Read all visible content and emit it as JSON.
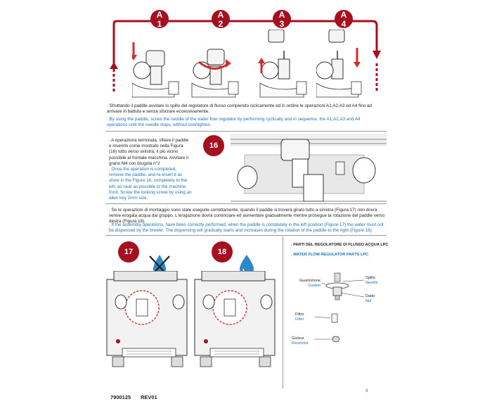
{
  "steps": [
    {
      "letter": "A",
      "num": "1"
    },
    {
      "letter": "A",
      "num": "2"
    },
    {
      "letter": "A",
      "num": "3"
    },
    {
      "letter": "A",
      "num": "4"
    }
  ],
  "section1": {
    "it": ". Sfruttando il paddle avvitare lo spillo del regolatore di flusso compiendo ciclicamente ed in ordine le operazioni A1,A2,A3 ed A4 fino ad arrivare in battuta e senza sforzare eccessivamente.",
    "en": ". By using the paddle, screw the neddle of the water flow regulator by performing cyclically and in sequence, the A1,A2,A3 and A4 operations until the needle stops, without overtighten."
  },
  "section2": {
    "badge": "16",
    "it": ". A operazione terminata, sfilare il paddle e inserirlo come mostrato nella Figura (16) tutto verso sinistra, il più vicino possibile al frontale macchina. Avvitare il grano M4 con brugola n°2",
    "en": ". Once the operation is completed, remove the paddle, and re-insert it as show in the Figure 16, completely to the left, as near as possible to the machine front. Screw the locking screw by using an allen key 2mm size."
  },
  "section3": {
    "it": ". Se le operazioni di montaggio sono state eseguite correttamente, quando il paddle si troverà girato tutto a sinistra (Figura 17) non dovrà venire erogata acqua dal gruppo. L'erogazione dovrà cominciare ed aumentare gradualmente mentre prosegue la rotazione del paddle verso destra (Figura 18).",
    "en": ". If the assembly operations, have been correctly performed, when the paddle is completely in the left position (Figure 17) the water must not be dispensed by the brewer. The dispensing will gradually starts and increases during the rotation of the paddle to the right (Figure 18)."
  },
  "figures": {
    "fig17": "17",
    "fig18": "18"
  },
  "parts": {
    "title_it": ". PARTI DEL REGOLATORE DI FLUSSO ACQUA LPC",
    "title_en": ". WATER FLOW REGULATOR PARTS LPC",
    "gasket_it": "Guarnizione",
    "gasket_en": "Gasket",
    "needle_it": "Spillo",
    "needle_en": "Needle",
    "nut_it": "Dado",
    "nut_en": "Nut",
    "filter_it": "Filtro",
    "filter_en": "Filter",
    "restrictor_it": "Gicleur",
    "restrictor_en": "Restrictor"
  },
  "footer": {
    "code": "7900125",
    "rev": "REV01",
    "page": "3"
  },
  "colors": {
    "accent": "#a50f1f",
    "english_text": "#1e72b8"
  }
}
